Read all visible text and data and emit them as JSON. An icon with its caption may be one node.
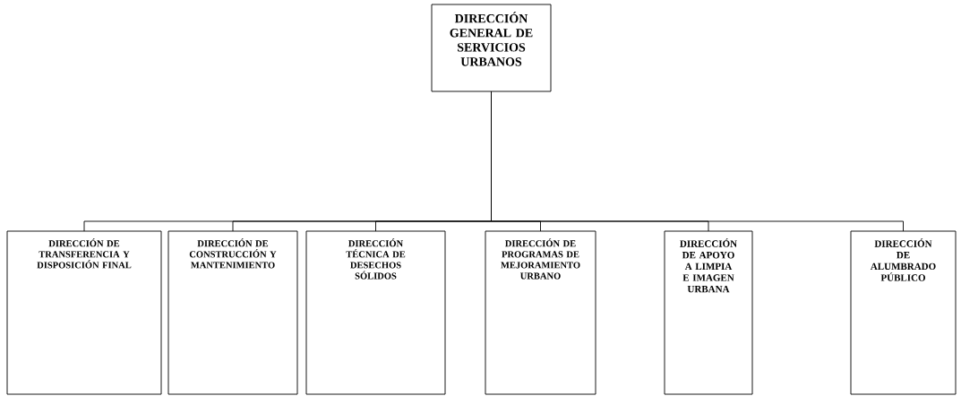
{
  "diagram": {
    "nodes": [
      {
        "text": [
          "DIRECCIÓN GENERAL DE SERVICIOS URBANOS"
        ]
      },
      {
        "text": [
          "DIRECCIÓN DE TRANSFERENCIA Y DISPOSICIÓN FINAL"
        ]
      },
      {
        "text": [
          "DIRECCIÓN DE CONSTRUCCIÓN Y MANTENIMIENTO"
        ]
      },
      {
        "text": [
          "DIRECCIÓN TÉCNICA DE DESECHOS SÓLIDOS"
        ]
      },
      {
        "text": [
          "DIRECCIÓN DE PROGRAMAS DE MEJORAMIENTO URBANO"
        ]
      },
      {
        "text": [
          "DIRECCIÓN DE APOYO A LIMPIA E IMAGEN URBANA"
        ]
      },
      {
        "text": [
          "DIRECCIÓN DE ALUMBRADO PÚBLICO"
        ]
      }
    ],
    "edges": [
      {
        "from": 0,
        "to": 1,
        "arrow": "none"
      },
      {
        "from": 0,
        "to": 2,
        "arrow": "none"
      },
      {
        "from": 0,
        "to": 3,
        "arrow": "none"
      },
      {
        "from": 0,
        "to": 4,
        "arrow": "none"
      },
      {
        "from": 0,
        "to": 5,
        "arrow": "none"
      },
      {
        "from": 0,
        "to": 6,
        "arrow": "none"
      }
    ]
  }
}
